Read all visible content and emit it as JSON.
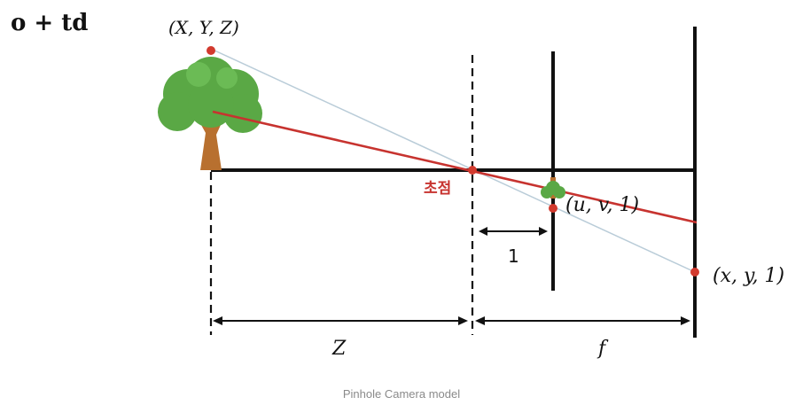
{
  "diagram": {
    "ray_equation": "o + td",
    "world_point_label": "(X, Y, Z)",
    "focal_point_label": "초점",
    "normalized_point_label": "(u, v, 1)",
    "image_point_label": "(x, y, 1)",
    "unit_distance_label": "1",
    "depth_label": "Z",
    "focal_length_label": "f"
  },
  "caption": "Pinhole Camera model",
  "colors": {
    "ray": "#c7332f",
    "projection_line": "#b9ccd8",
    "axis": "#111111",
    "point": "#d23a2e",
    "tree_foliage": "#5aa845",
    "tree_trunk": "#b8702f",
    "caption": "#8a8a8a"
  }
}
